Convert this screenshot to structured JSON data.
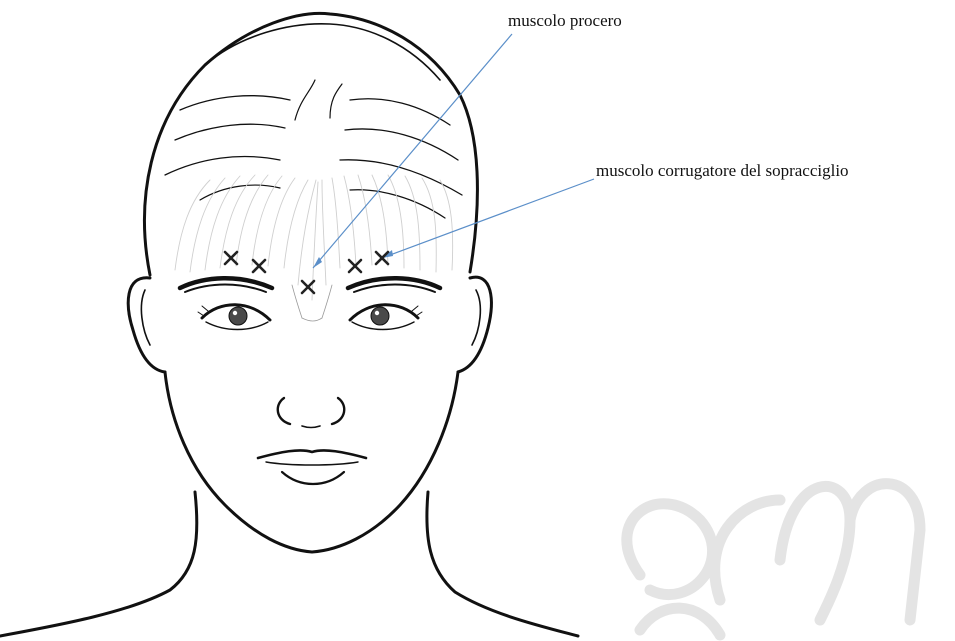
{
  "labels": {
    "procerus": "muscolo procero",
    "corrugator": "muscolo corrugatore del sopracciglio"
  },
  "colors": {
    "leader_line": "#5b8fc9",
    "marker": "#222222",
    "outline": "#111111",
    "watermark": "#e6e6e6"
  },
  "injection_points_count": 5
}
